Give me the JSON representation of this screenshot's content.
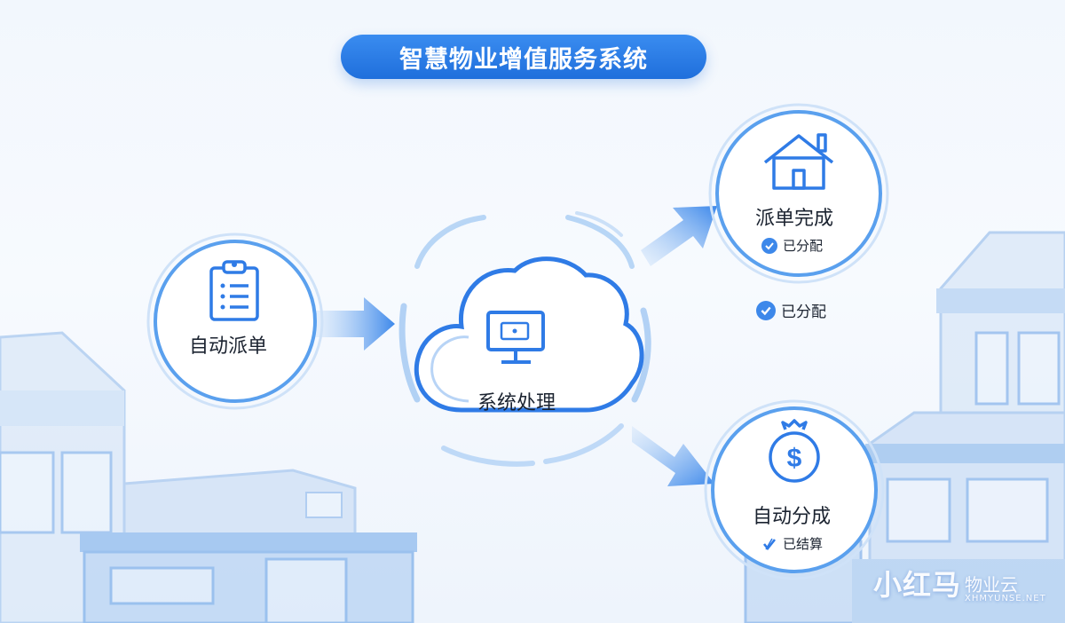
{
  "title": "智慧物业增值服务系统",
  "nodes": {
    "dispatch": {
      "label": "自动派单",
      "icon": "clipboard-list-icon"
    },
    "process": {
      "label": "系统处理",
      "icon": "monitor-icon"
    },
    "complete": {
      "label": "派单完成",
      "icon": "house-icon",
      "status": "已分配"
    },
    "revenue": {
      "label": "自动分成",
      "icon": "money-bag-icon",
      "status": "已结算"
    }
  },
  "floating_status": "已分配",
  "watermark": {
    "main": "小红马",
    "sub": "物业云",
    "url": "XHMYUNSE.NET"
  },
  "colors": {
    "primary": "#1f6fdc",
    "accent": "#3d88ea",
    "ring": "#5aa0ee"
  }
}
